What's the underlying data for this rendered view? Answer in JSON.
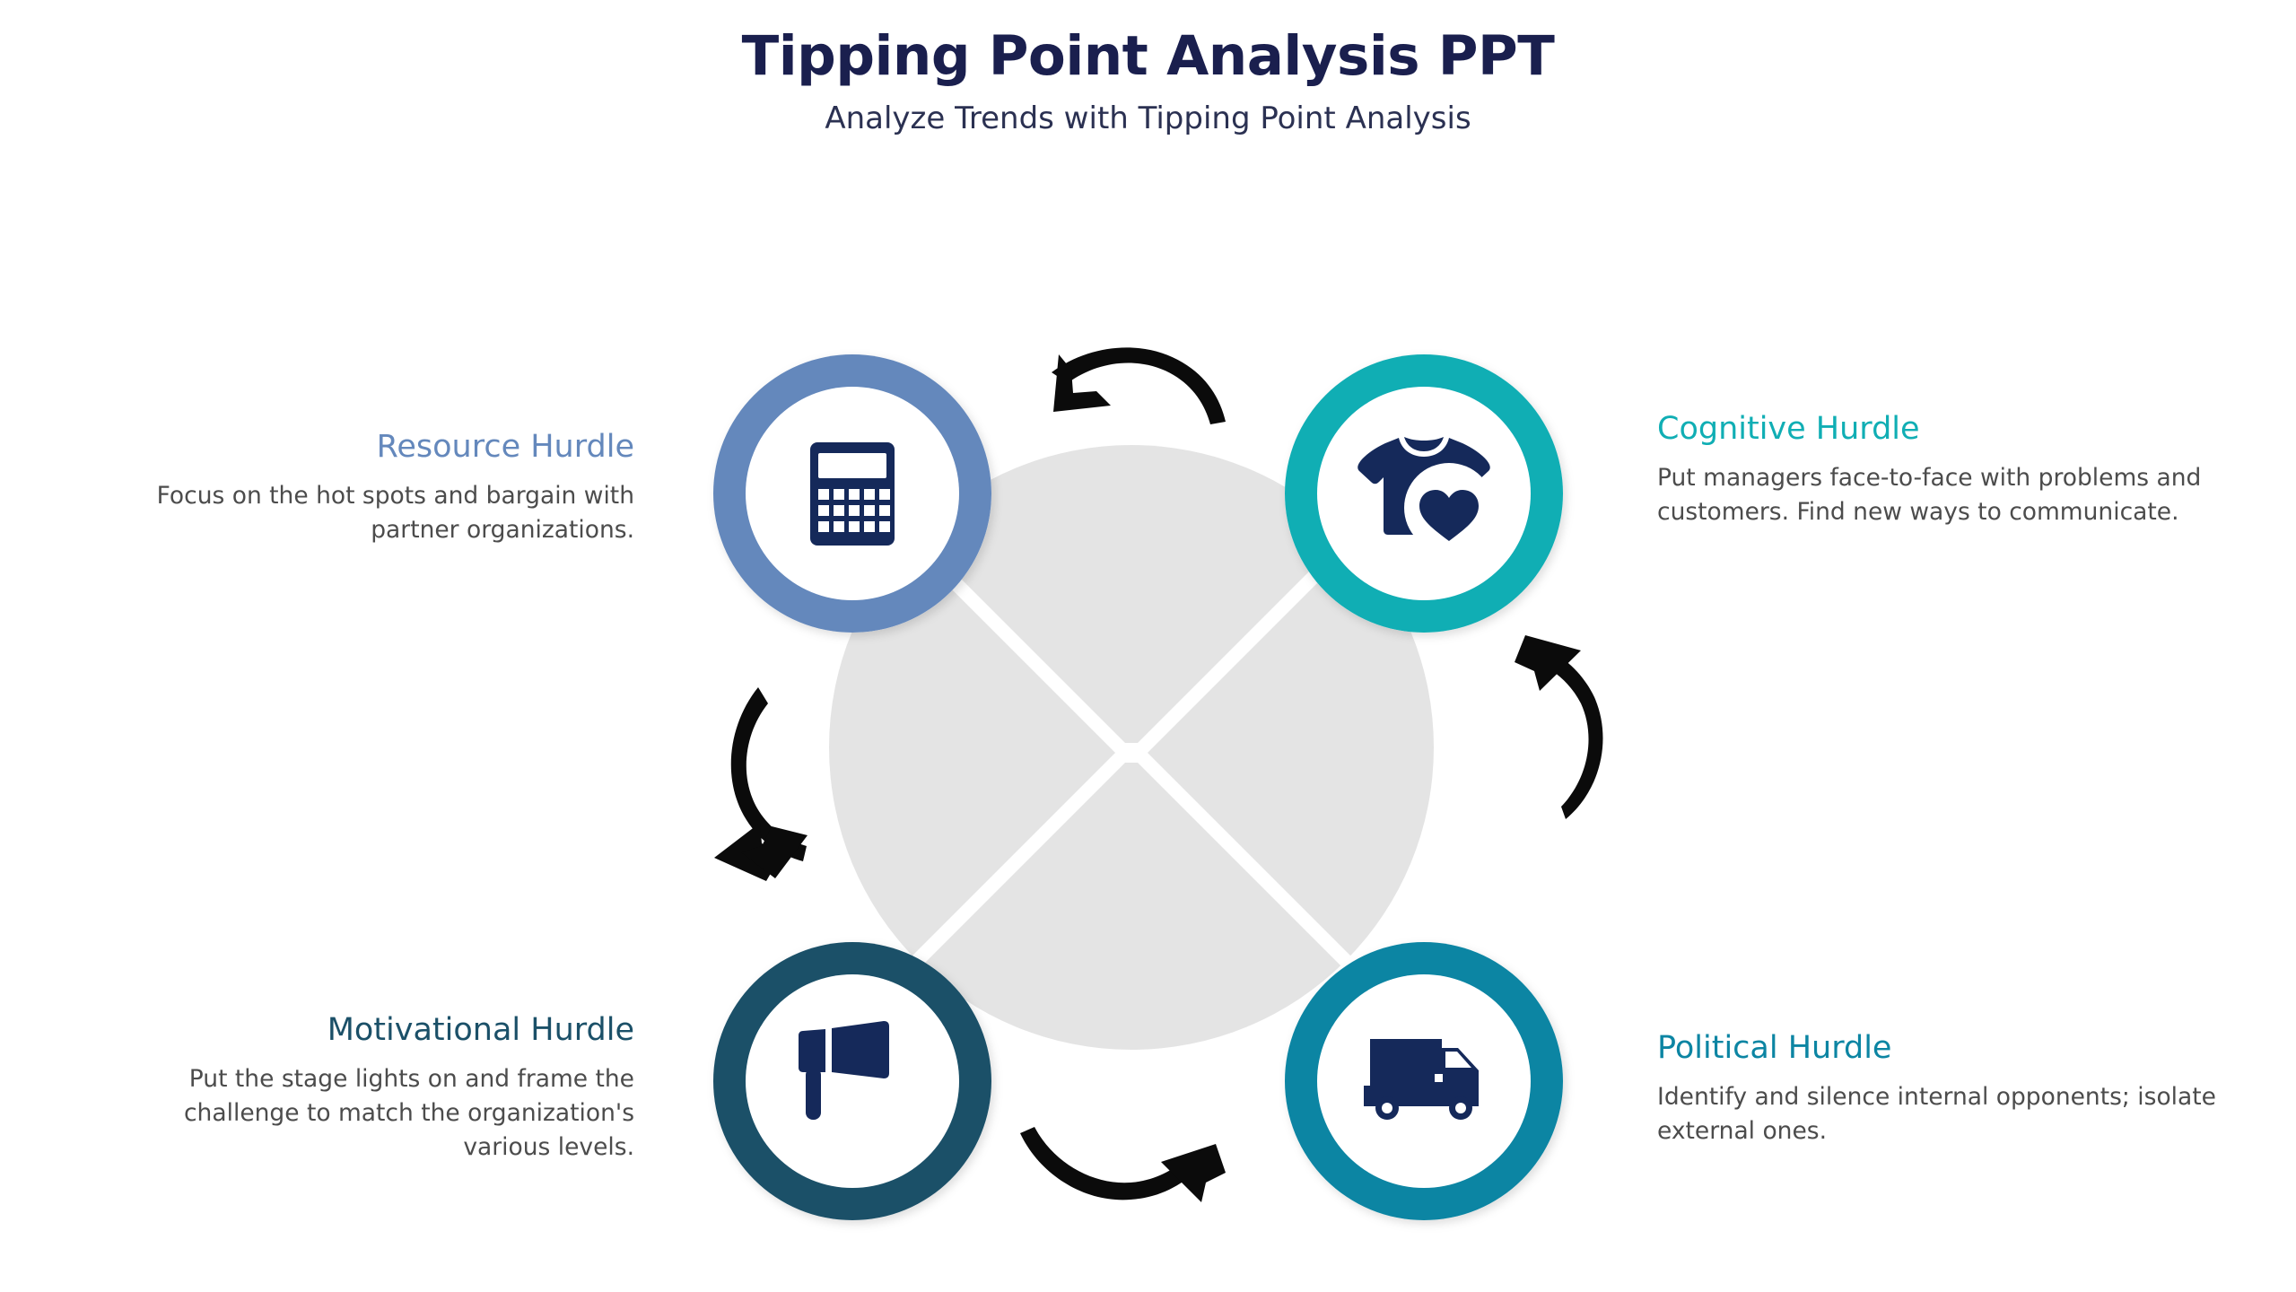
{
  "header": {
    "title": "Tipping Point Analysis PPT",
    "subtitle": "Analyze Trends with Tipping Point Analysis"
  },
  "diagram": {
    "type": "cycle-wheel",
    "segment_count": 4,
    "flow_direction": "counter-clockwise",
    "wheel_color": "#E4E4E4",
    "glyph_color": "#15295A",
    "arrow_color": "#0B0B0B",
    "arrows": [
      {
        "name": "arrow-top",
        "position": "top",
        "points": "left"
      },
      {
        "name": "arrow-left",
        "position": "left",
        "points": "down"
      },
      {
        "name": "arrow-bottom",
        "position": "bottom",
        "points": "right"
      },
      {
        "name": "arrow-right",
        "position": "right",
        "points": "up"
      }
    ],
    "nodes": [
      {
        "key": "resource",
        "position": "top-left",
        "heading": "Resource Hurdle",
        "body": "Focus on the hot spots and bargain with partner organizations.",
        "icon": "calculator-icon",
        "ring_color": "#6488BC"
      },
      {
        "key": "cognitive",
        "position": "top-right",
        "heading": "Cognitive Hurdle",
        "body": "Put managers face-to-face with problems and customers. Find new ways to communicate.",
        "icon": "tshirt-heart-icon",
        "ring_color": "#10AEB4"
      },
      {
        "key": "motivational",
        "position": "bottom-left",
        "heading": "Motivational Hurdle",
        "body": "Put the stage lights on and frame the challenge to match the organization's various levels.",
        "icon": "megaphone-icon",
        "ring_color": "#1B5068"
      },
      {
        "key": "political",
        "position": "bottom-right",
        "heading": "Political Hurdle",
        "body": "Identify and silence internal opponents; isolate external ones.",
        "icon": "delivery-van-icon",
        "ring_color": "#0C85A3"
      }
    ]
  }
}
